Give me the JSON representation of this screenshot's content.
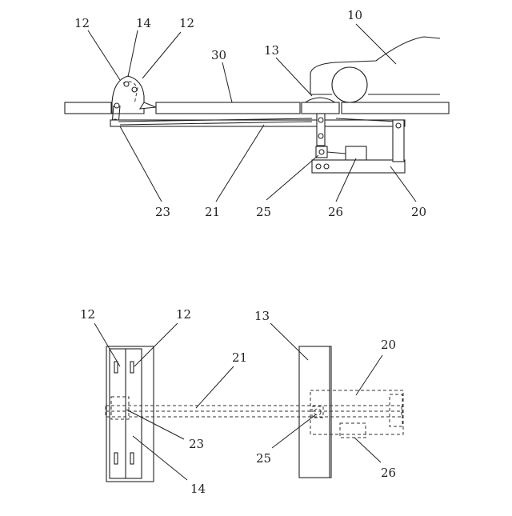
{
  "figure_top": {
    "labels": {
      "l10": "10",
      "l12a": "12",
      "l14": "14",
      "l12b": "12",
      "l30": "30",
      "l13": "13",
      "l23": "23",
      "l21": "21",
      "l25": "25",
      "l26": "26",
      "l20": "20"
    }
  },
  "figure_bottom": {
    "labels": {
      "l12a": "12",
      "l12b": "12",
      "l13": "13",
      "l21": "21",
      "l20": "20",
      "l23": "23",
      "l25": "25",
      "l26": "26",
      "l14": "14"
    }
  }
}
